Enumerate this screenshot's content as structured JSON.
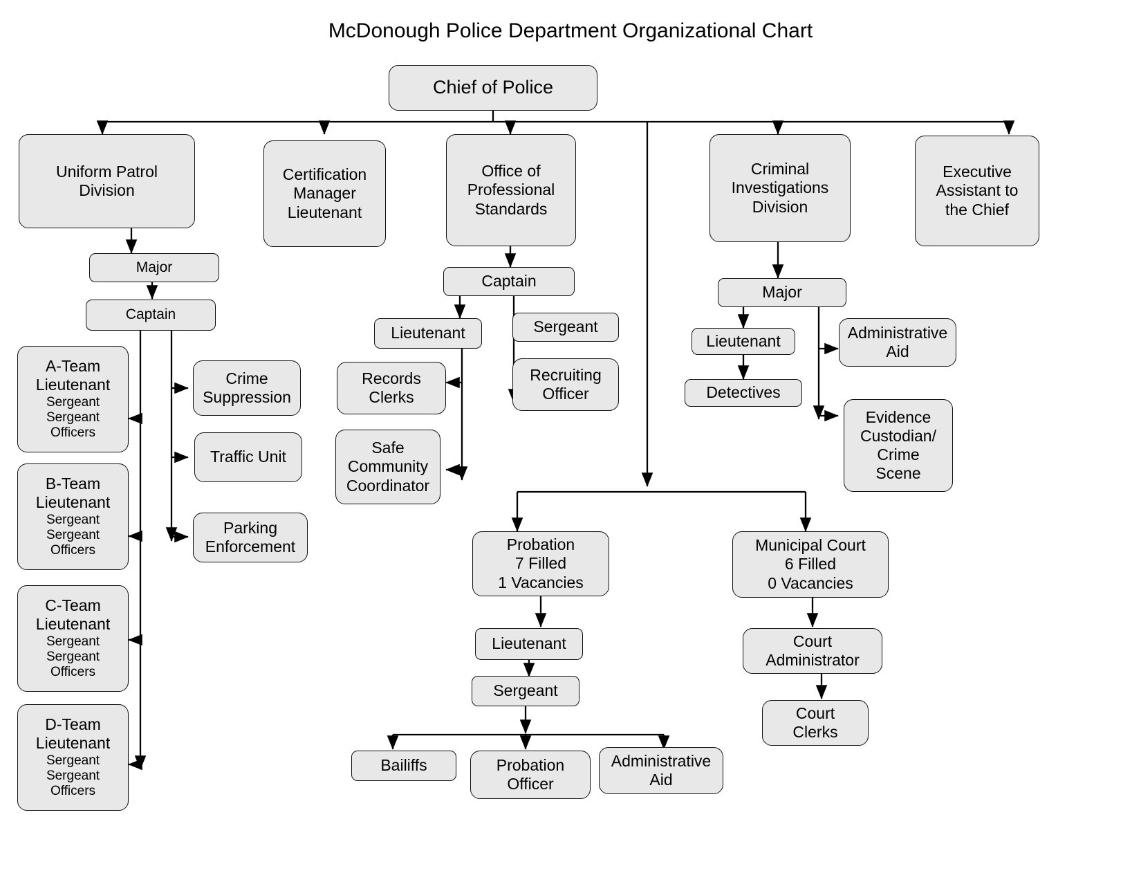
{
  "chart_title": "McDonough Police Department Organizational Chart",
  "palette": {
    "box_fill": "#e8e8e8",
    "box_stroke": "#111111",
    "connector": "#000000",
    "background": "#ffffff",
    "text": "#000000"
  },
  "nodes": {
    "chief": {
      "lines": [
        "Chief of Police"
      ]
    },
    "uniform_patrol": {
      "lines": [
        "Uniform Patrol",
        "Division"
      ]
    },
    "certification_manager": {
      "lines": [
        "Certification",
        "Manager",
        "Lieutenant"
      ]
    },
    "office_professional_standards": {
      "lines": [
        "Office of",
        "Professional",
        "Standards"
      ]
    },
    "criminal_investigations": {
      "lines": [
        "Criminal",
        "Investigations",
        "Division"
      ]
    },
    "executive_assistant": {
      "lines": [
        "Executive",
        "Assistant to",
        "the Chief"
      ]
    },
    "upd_major": {
      "lines": [
        "Major"
      ]
    },
    "upd_captain": {
      "lines": [
        "Captain"
      ]
    },
    "a_team": {
      "head": [
        "A-Team",
        "Lieutenant"
      ],
      "tail": [
        "Sergeant",
        "Sergeant",
        "Officers"
      ]
    },
    "b_team": {
      "head": [
        "B-Team",
        "Lieutenant"
      ],
      "tail": [
        "Sergeant",
        "Sergeant",
        "Officers"
      ]
    },
    "c_team": {
      "head": [
        "C-Team",
        "Lieutenant"
      ],
      "tail": [
        "Sergeant",
        "Sergeant",
        "Officers"
      ]
    },
    "d_team": {
      "head": [
        "D-Team",
        "Lieutenant"
      ],
      "tail": [
        "Sergeant",
        "Sergeant",
        "Officers"
      ]
    },
    "crime_suppression": {
      "lines": [
        "Crime",
        "Suppression"
      ]
    },
    "traffic_unit": {
      "lines": [
        "Traffic Unit"
      ]
    },
    "parking_enforcement": {
      "lines": [
        "Parking",
        "Enforcement"
      ]
    },
    "ops_captain": {
      "lines": [
        "Captain"
      ]
    },
    "ops_lieutenant": {
      "lines": [
        "Lieutenant"
      ]
    },
    "ops_sergeant": {
      "lines": [
        "Sergeant"
      ]
    },
    "recruiting_officer": {
      "lines": [
        "Recruiting",
        "Officer"
      ]
    },
    "records_clerks": {
      "lines": [
        "Records",
        "Clerks"
      ]
    },
    "safe_community_coordinator": {
      "lines": [
        "Safe",
        "Community",
        "Coordinator"
      ]
    },
    "cid_major": {
      "lines": [
        "Major"
      ]
    },
    "cid_lieutenant": {
      "lines": [
        "Lieutenant"
      ]
    },
    "detectives": {
      "lines": [
        "Detectives"
      ]
    },
    "cid_admin_aid": {
      "lines": [
        "Administrative",
        "Aid"
      ]
    },
    "evidence_custodian": {
      "lines": [
        "Evidence",
        "Custodian/",
        "Crime",
        "Scene"
      ]
    },
    "probation": {
      "lines": [
        "Probation",
        "7 Filled",
        "1 Vacancies"
      ],
      "filled": 7,
      "vacancies": 1
    },
    "probation_lieutenant": {
      "lines": [
        "Lieutenant"
      ]
    },
    "probation_sergeant": {
      "lines": [
        "Sergeant"
      ]
    },
    "bailiffs": {
      "lines": [
        "Bailiffs"
      ]
    },
    "probation_officer": {
      "lines": [
        "Probation",
        "Officer"
      ]
    },
    "probation_admin_aid": {
      "lines": [
        "Administrative",
        "Aid"
      ]
    },
    "municipal_court": {
      "lines": [
        "Municipal Court",
        "6 Filled",
        "0 Vacancies"
      ],
      "filled": 6,
      "vacancies": 0
    },
    "court_administrator": {
      "lines": [
        "Court",
        "Administrator"
      ]
    },
    "court_clerks": {
      "lines": [
        "Court",
        "Clerks"
      ]
    }
  }
}
